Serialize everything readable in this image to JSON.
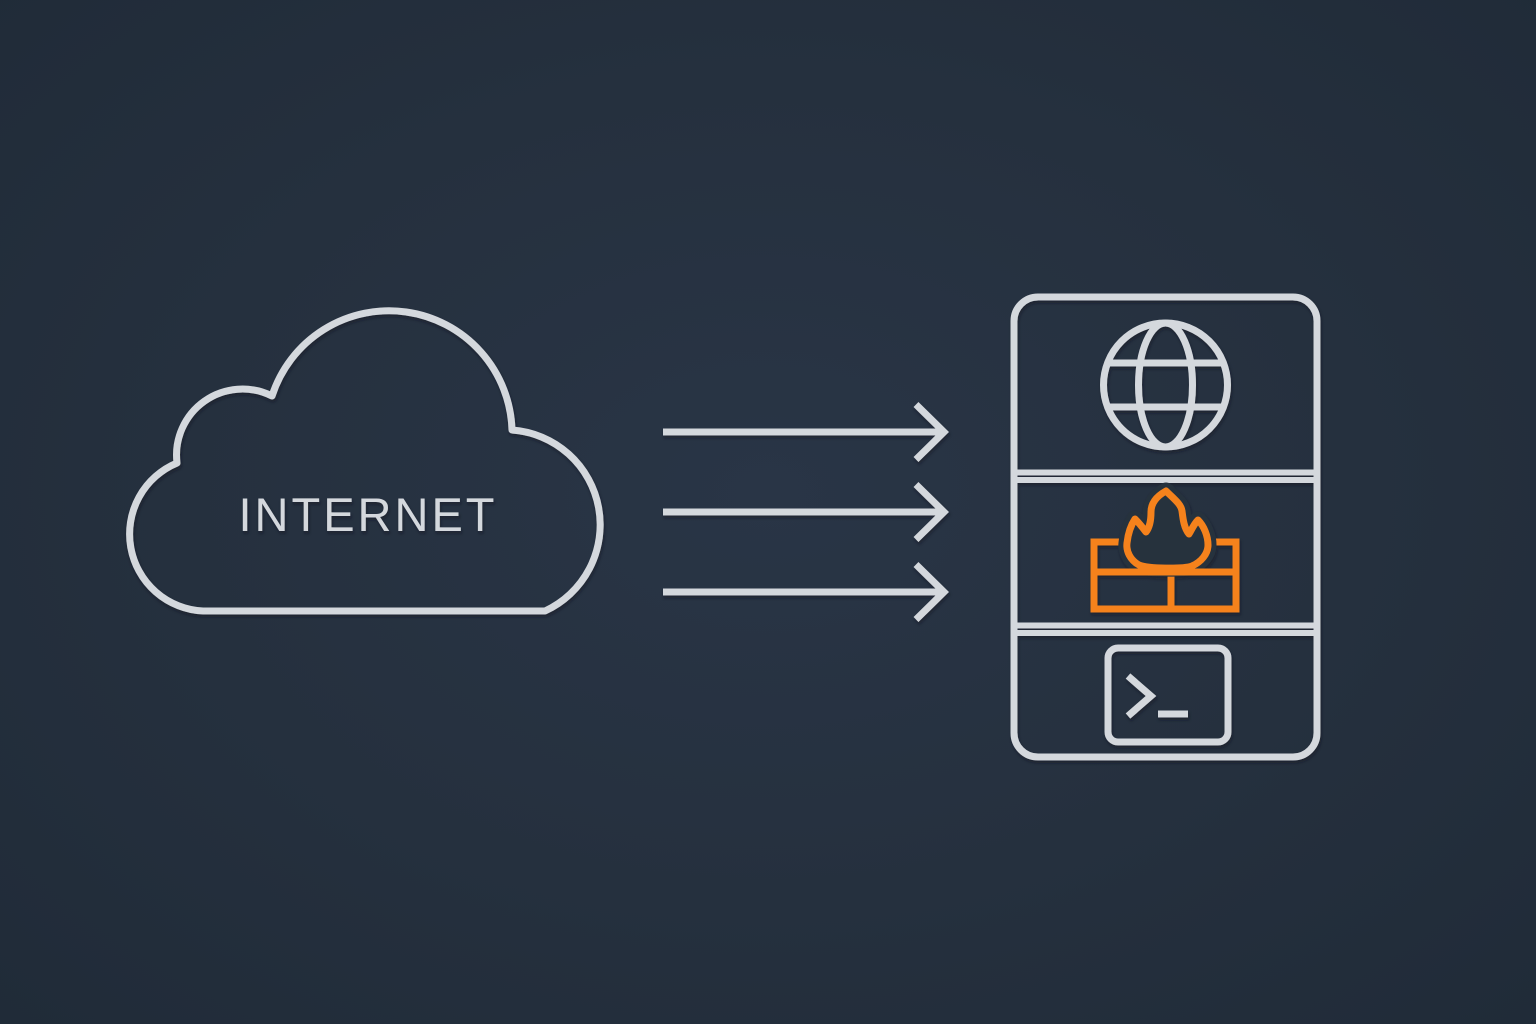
{
  "diagram": {
    "description": "internet-traffic-to-firewalled-server",
    "cloud": {
      "icon": "cloud-outline-icon",
      "label": "INTERNET"
    },
    "arrows": {
      "icon": "arrow-right-icon",
      "count": 3,
      "direction": "right"
    },
    "server": {
      "icon": "server-panel",
      "sections": [
        {
          "icon": "globe-icon",
          "color": "#d4d8dd"
        },
        {
          "icon": "firewall-icon",
          "color": "#f5821f"
        },
        {
          "icon": "terminal-icon",
          "color": "#d4d8dd"
        }
      ]
    }
  },
  "theme": {
    "background": "#25303e",
    "line": "#d4d8dd",
    "accent": "#f5821f"
  }
}
